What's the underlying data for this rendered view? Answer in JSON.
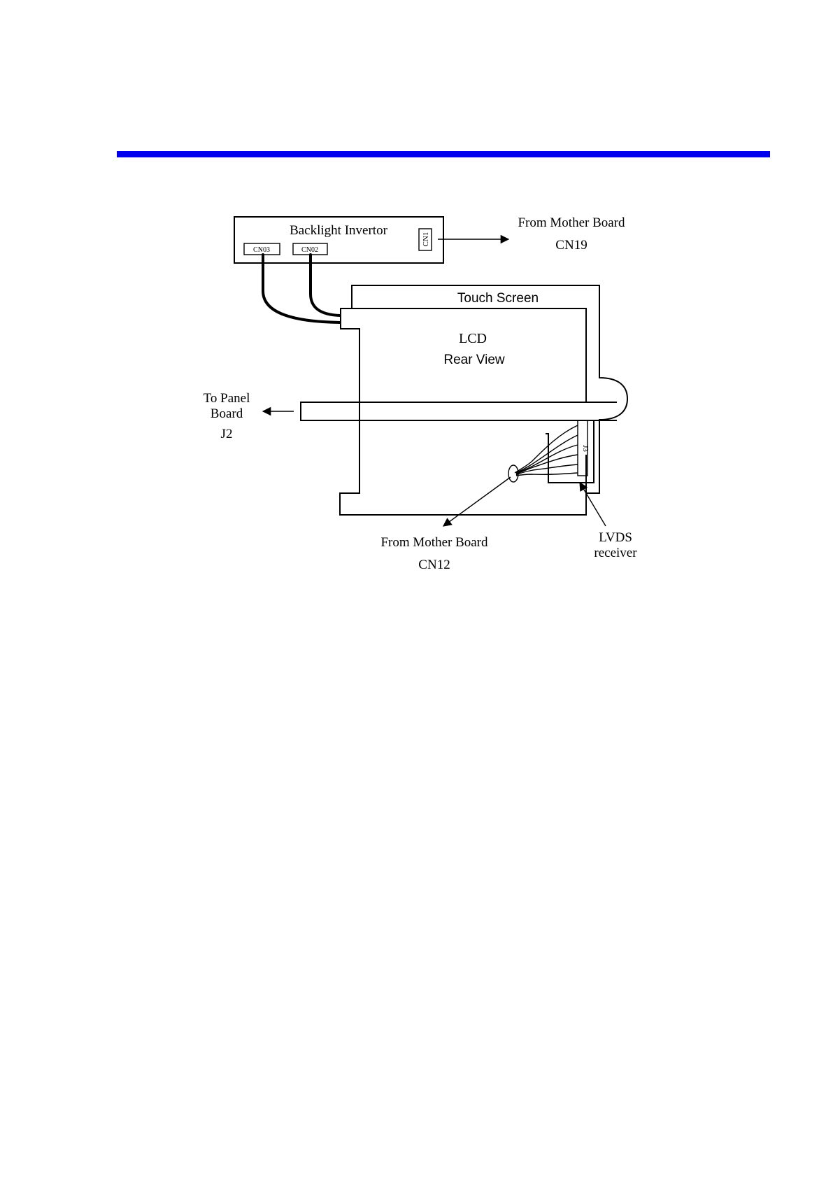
{
  "colors": {
    "header_rule": "#0000ee",
    "line": "#000000"
  },
  "diagram": {
    "backlight_inverter": "Backlight Invertor",
    "cn03": "CN03",
    "cn02": "CN02",
    "cn1": "CN1",
    "from_mother_board_top": "From Mother Board",
    "cn19": "CN19",
    "touch_screen": "Touch Screen",
    "lcd": "LCD",
    "rear_view": "Rear View",
    "to_panel_line1": "To Panel",
    "to_panel_line2": "Board",
    "j2": "J2",
    "j3": "J3",
    "from_mother_board_bottom": "From Mother Board",
    "cn12": "CN12",
    "lvds_line1": "LVDS",
    "lvds_line2": "receiver"
  }
}
